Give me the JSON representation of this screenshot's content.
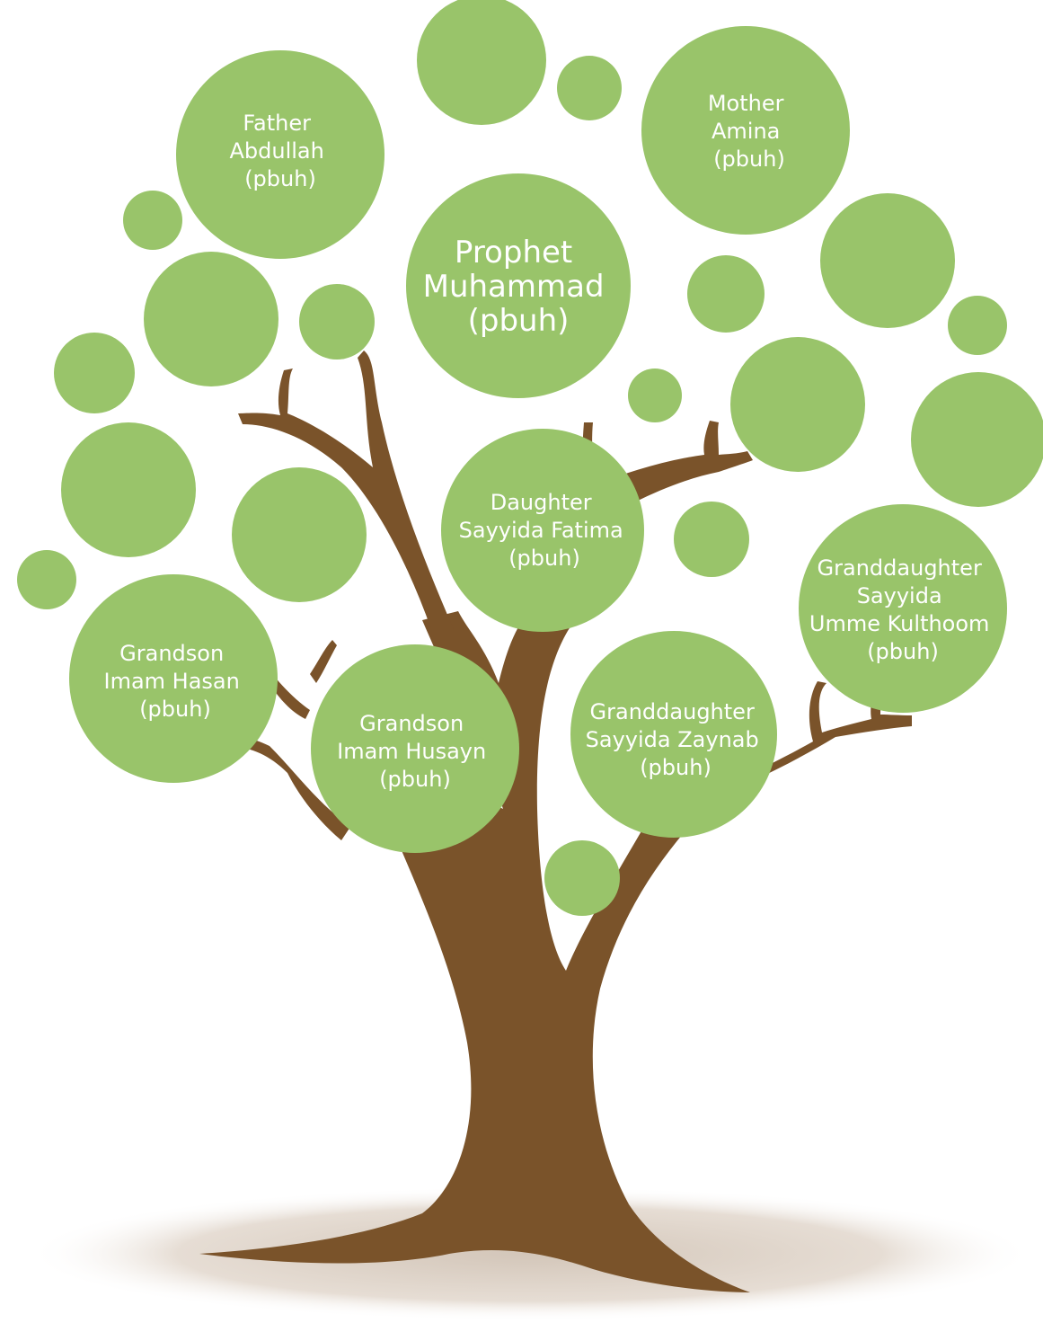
{
  "colors": {
    "leaf": "#99c46a",
    "trunk": "#7a532a",
    "shadow": "#d8cdc2",
    "text": "#ffffff"
  },
  "nodes": {
    "father": [
      "Father",
      "Abdullah",
      "(pbuh)"
    ],
    "mother": [
      "Mother",
      "Amina",
      "(pbuh)"
    ],
    "prophet": [
      "Prophet",
      "Muhammad",
      "(pbuh)"
    ],
    "daughter": [
      "Daughter",
      "Sayyida Fatima",
      "(pbuh)"
    ],
    "grandson_hasan": [
      "Grandson",
      "Imam Hasan",
      "(pbuh)"
    ],
    "grandson_husayn": [
      "Grandson",
      "Imam Husayn",
      "(pbuh)"
    ],
    "granddaughter_zaynab": [
      "Granddaughter",
      "Sayyida Zaynab",
      "(pbuh)"
    ],
    "granddaughter_kulthoom": [
      "Granddaughter",
      "Sayyida",
      "Umme Kulthoom",
      "(pbuh)"
    ]
  }
}
